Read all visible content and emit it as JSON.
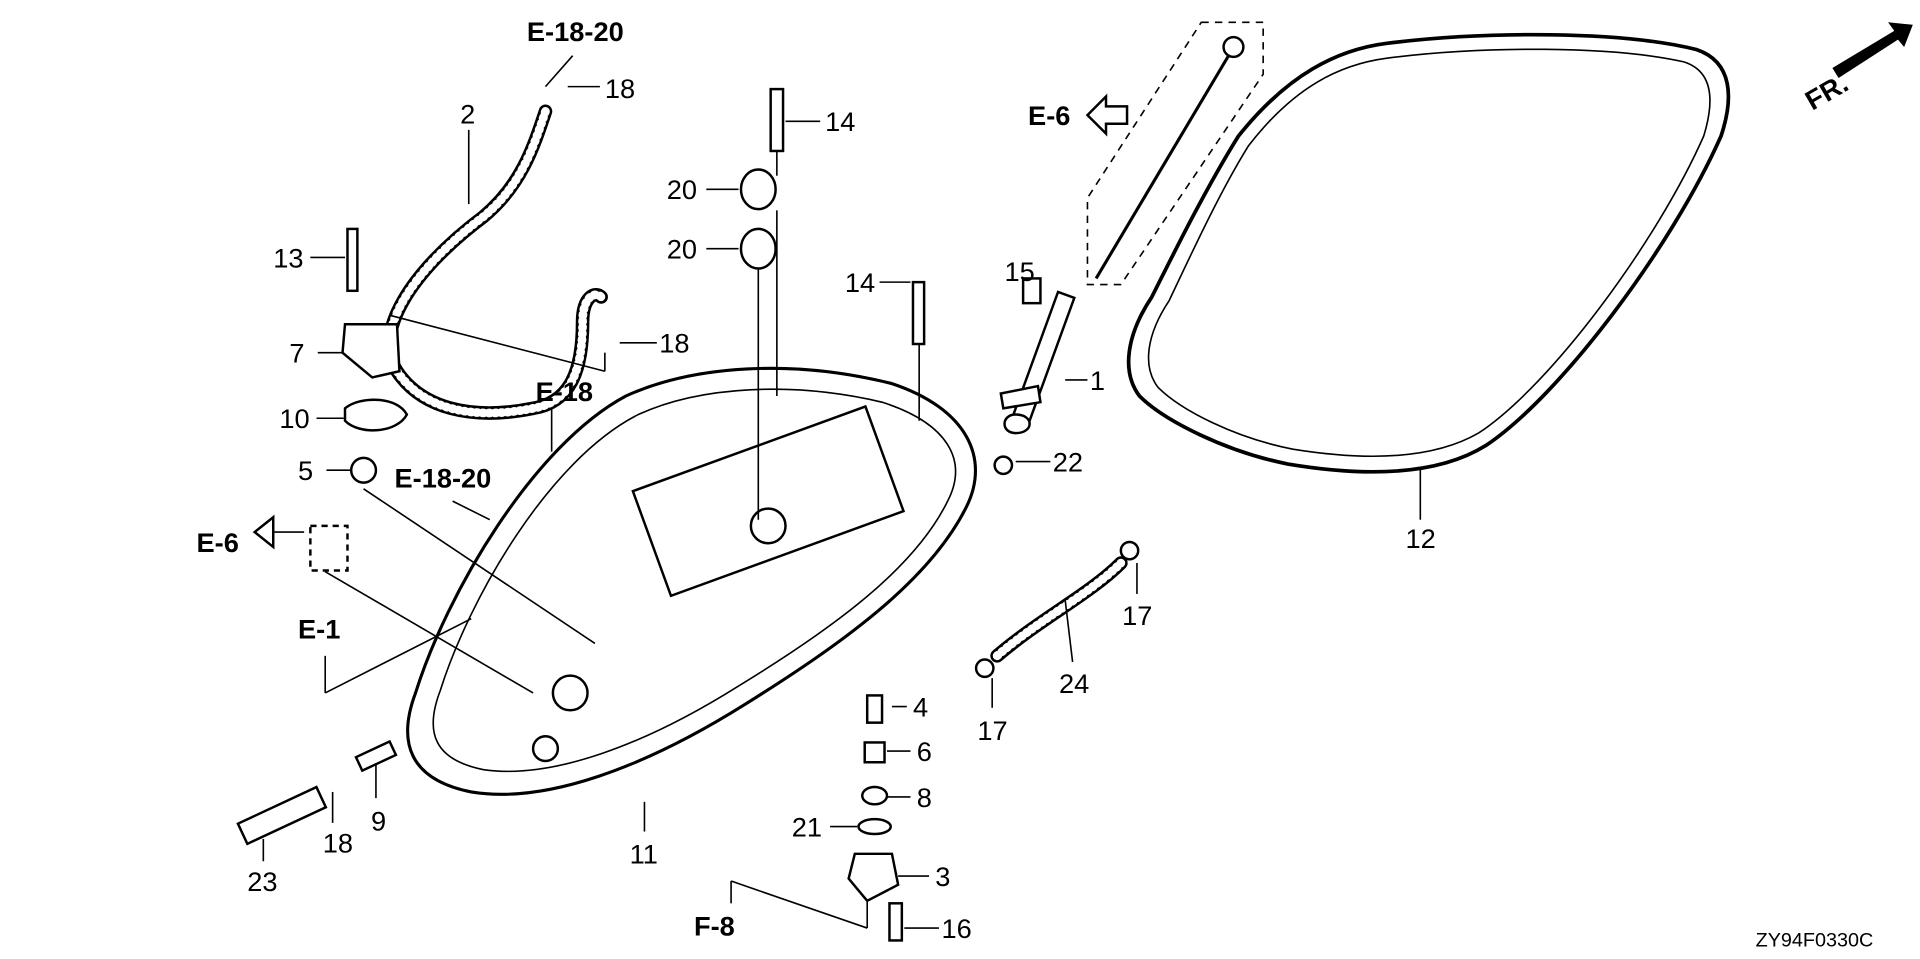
{
  "diagram": {
    "code": "ZY94F0330C",
    "direction_label": "FR.",
    "references": {
      "top_hose": "E-18-20",
      "bracket": "E-18",
      "pan_side": "E-18-20",
      "dipstick": "E-6",
      "plug": "E-6",
      "left": "E-1",
      "drain": "F-8"
    },
    "callouts": {
      "dipstick": "1",
      "breather_hose": "2",
      "drain_fitting": "3",
      "spring": "4",
      "bolt_5": "5",
      "bolt_6": "6",
      "bracket_7": "7",
      "washer_8": "8",
      "fitting_9": "9",
      "gasket_10": "10",
      "oil_pan": "11",
      "seal_12": "12",
      "bolt_13": "13",
      "stud_upper": "14",
      "stud_lower": "14",
      "bolt_15": "15",
      "bolt_16": "16",
      "clamp_17_upper": "17",
      "clamp_17_lower": "17",
      "clip_18_top": "18",
      "clip_18_mid": "18",
      "clip_18_low": "18",
      "seal_20_upper": "20",
      "seal_20_lower": "20",
      "oring_21": "21",
      "oring_22": "22",
      "tube_23": "23",
      "hose_24": "24"
    }
  }
}
